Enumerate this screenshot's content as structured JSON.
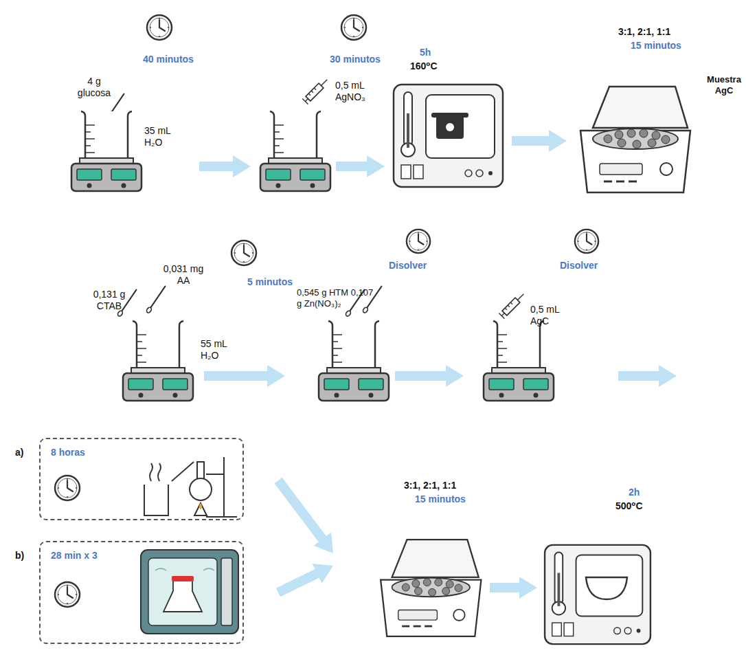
{
  "diagram": {
    "nodes": [
      {
        "text": [
          "40 minutos",
          "4 g glucosa",
          "35 mL H₂O"
        ]
      },
      {
        "text": [
          "30 minutos",
          "0,5 mL AgNO₃"
        ]
      },
      {
        "text": [
          "5h",
          "160⁰C"
        ]
      },
      {
        "text": [
          "3:1, 2:1, 1:1",
          "15 minutos",
          "Muestra AgC"
        ]
      },
      {
        "text": [
          "5 minutos",
          "0,131 g CTAB",
          "0,031 mg AA",
          "55 mL H₂O"
        ]
      },
      {
        "text": [
          "Disolver",
          "0,545 g HTM 0,107 g Zn(NO₃)₂"
        ]
      },
      {
        "text": [
          "Disolver",
          "0,5 mL AgC"
        ]
      },
      {
        "text": [
          "a)",
          "8 horas"
        ]
      },
      {
        "text": [
          "b)",
          "28 min x 3"
        ]
      },
      {
        "text": [
          "3:1, 2:1, 1:1",
          "15 minutos"
        ]
      },
      {
        "text": [
          "2h",
          "500⁰C"
        ]
      }
    ],
    "edges": [
      {
        "from": 0,
        "to": 1,
        "arrow": "to"
      },
      {
        "from": 1,
        "to": 2,
        "arrow": "to"
      },
      {
        "from": 2,
        "to": 3,
        "arrow": "to"
      },
      {
        "from": 4,
        "to": 5,
        "arrow": "to"
      },
      {
        "from": 5,
        "to": 6,
        "arrow": "to"
      },
      {
        "from": 7,
        "to": 9,
        "arrow": "to"
      },
      {
        "from": 8,
        "to": 9,
        "arrow": "to"
      },
      {
        "from": 9,
        "to": 10,
        "arrow": "to"
      }
    ]
  }
}
